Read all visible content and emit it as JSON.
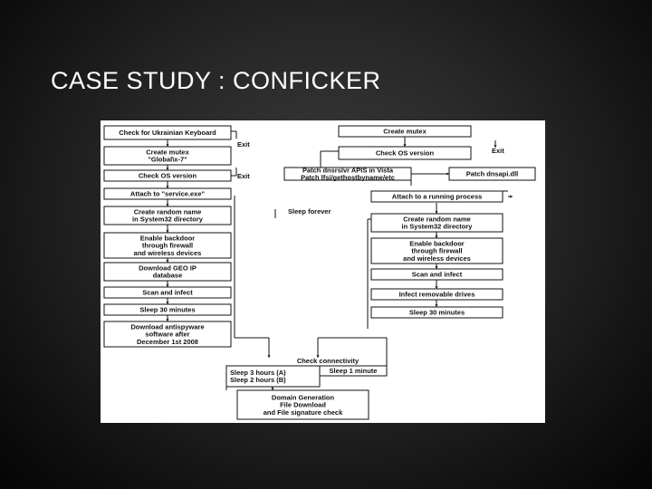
{
  "slide": {
    "title": "CASE STUDY : CONFICKER"
  },
  "diagram": {
    "left_column": [
      [
        "Check for Ukrainian Keyboard"
      ],
      [
        "Create mutex",
        "\"Global\\x-7\""
      ],
      [
        "Check OS version"
      ],
      [
        "Attach to \"service.exe\""
      ],
      [
        "Create random name",
        "in System32 directory"
      ],
      [
        "Enable backdoor",
        "through firewall",
        "and wireless devices"
      ],
      [
        "Download GEO IP",
        "database"
      ],
      [
        "Scan and infect"
      ],
      [
        "Sleep 30 minutes"
      ],
      [
        "Download antispyware",
        "software after",
        "December 1st 2008"
      ]
    ],
    "right_column": [
      [
        "Create mutex"
      ],
      [
        "Check OS version"
      ],
      [
        "Attach to a running process"
      ],
      [
        "Create random name",
        "in System32 directory"
      ],
      [
        "Enable backdoor",
        "through firewall",
        "and wireless devices"
      ],
      [
        "Scan and infect"
      ],
      [
        "Infect removable drives"
      ],
      [
        "Sleep 30 minutes"
      ]
    ],
    "middle": {
      "patch_vista": [
        "Patch dnsrslvr APIS in Vista",
        "Patch lfsi/gethostbyname/etc"
      ],
      "patch_dnsapi": "Patch dnsapi.dll",
      "sleep_forever": "Sleep forever"
    },
    "exit_labels": [
      "Exit",
      "Exit",
      "Exit"
    ],
    "bottom": {
      "check_connectivity": "Check connectivity",
      "sleep_a": "Sleep 3 hours (A)",
      "sleep_b": "Sleep 2 hours (B)",
      "sleep_1min": "Sleep 1 minute",
      "domain_gen": [
        "Domain Generation",
        "File Download",
        "and File signature check"
      ]
    }
  }
}
